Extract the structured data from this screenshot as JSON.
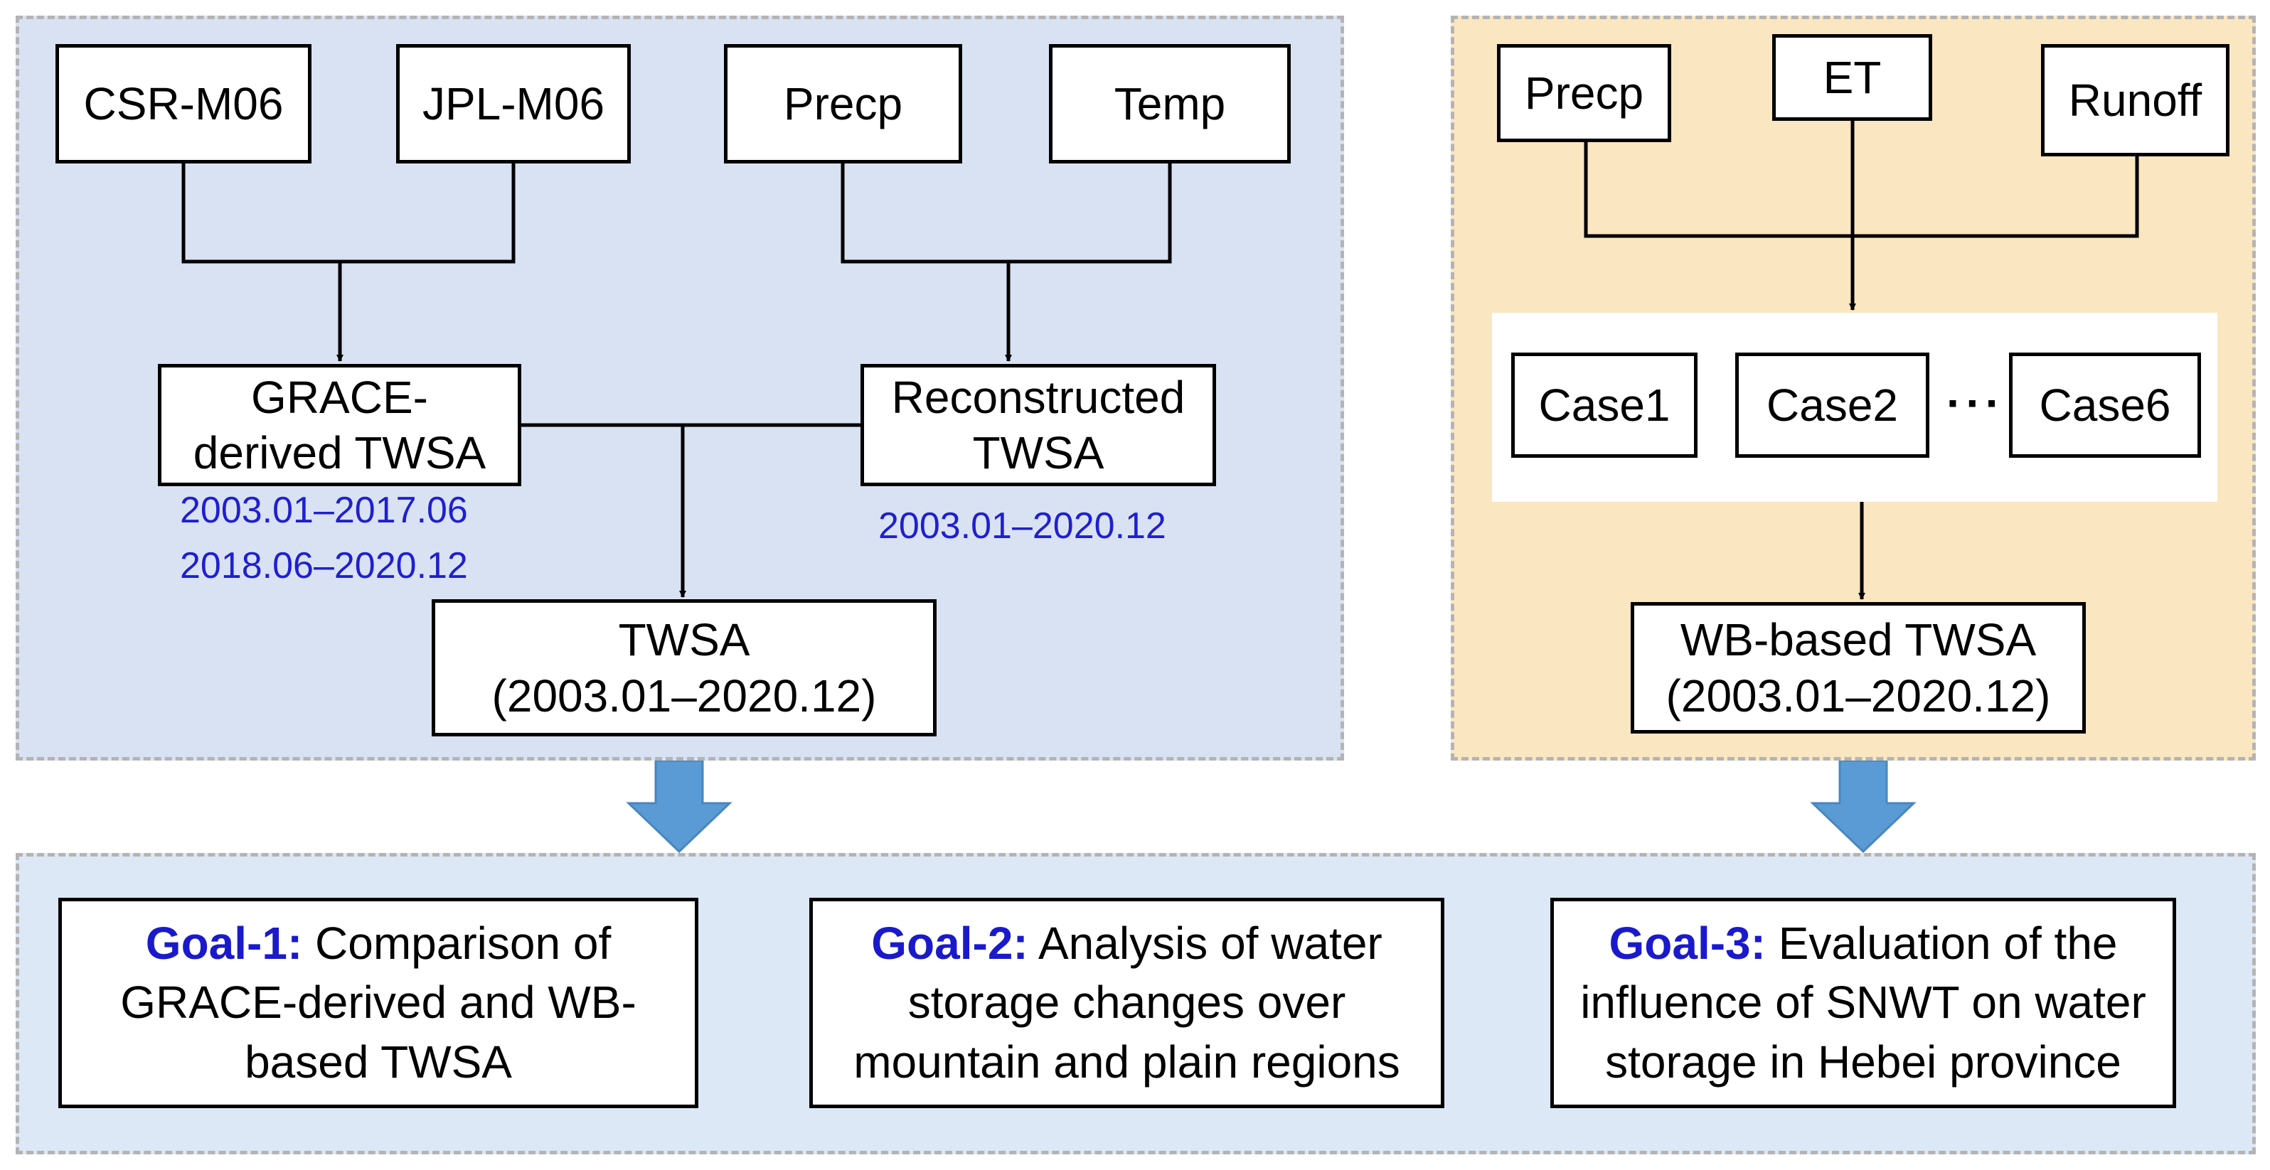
{
  "left_panel": {
    "sources": [
      "CSR-M06",
      "JPL-M06",
      "Precp",
      "Temp"
    ],
    "grace": {
      "line1": "GRACE-",
      "line2": "derived TWSA",
      "period1": "2003.01–2017.06",
      "period2": "2018.06–2020.12"
    },
    "reconstructed": {
      "line1": "Reconstructed",
      "line2": "TWSA",
      "period": "2003.01–2020.12"
    },
    "twsa": {
      "line1": "TWSA",
      "line2": "(2003.01–2020.12)"
    }
  },
  "right_panel": {
    "sources": [
      "Precp",
      "ET",
      "Runoff"
    ],
    "cases": [
      "Case1",
      "Case2",
      "Case6"
    ],
    "ellipsis": "···",
    "wb": {
      "line1": "WB-based TWSA",
      "line2": "(2003.01–2020.12)"
    }
  },
  "goals": [
    {
      "label": "Goal-1:",
      "text": "Comparison of GRACE-derived and WB-based TWSA"
    },
    {
      "label": "Goal-2:",
      "text": "Analysis of water storage changes over mountain and plain regions"
    },
    {
      "label": "Goal-3:",
      "text": "Evaluation of the influence of SNWT on water storage in Hebei province"
    }
  ],
  "colors": {
    "left_panel_bg": "#d9e2f3",
    "right_panel_bg": "#fbe6c2",
    "bottom_panel_bg": "#dce8f5",
    "arrow_blue": "#5a9bd5",
    "date_text": "#1f1fd0",
    "goal_label": "#1a1acc"
  }
}
